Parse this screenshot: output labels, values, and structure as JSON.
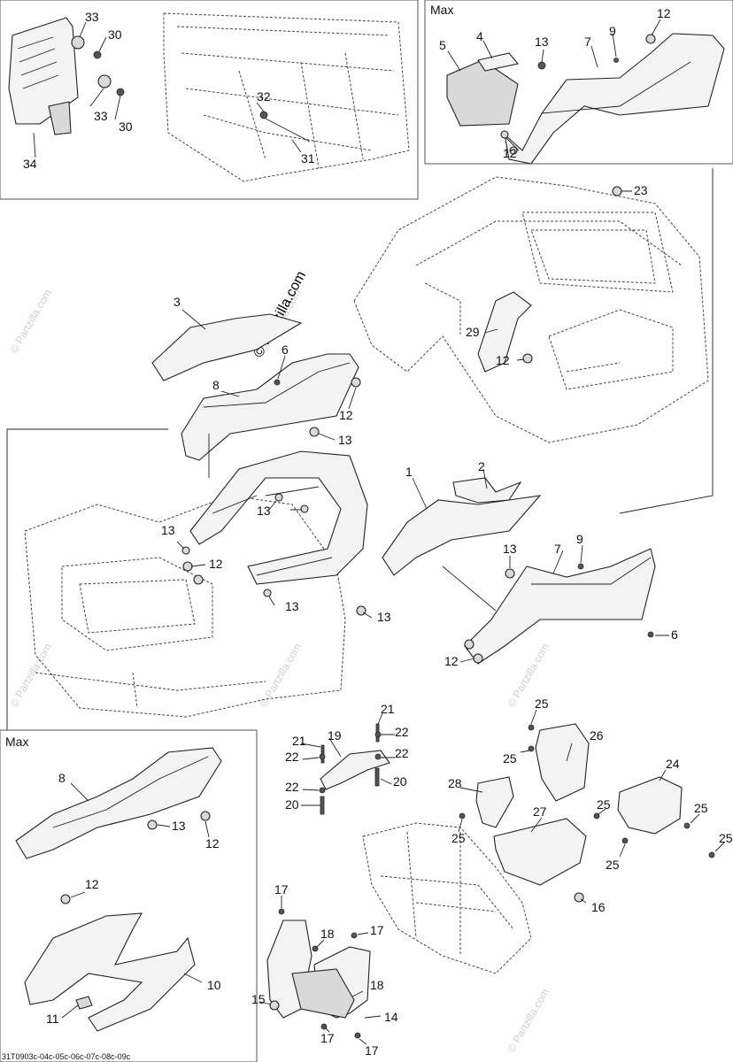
{
  "panels": [
    {
      "title": ""
    },
    {
      "title": "Max"
    },
    {
      "title": "Max"
    }
  ],
  "callouts": [
    "33",
    "30",
    "32",
    "31",
    "33",
    "30",
    "34",
    "5",
    "4",
    "13",
    "7",
    "9",
    "12",
    "12",
    "23",
    "29",
    "12",
    "3",
    "6",
    "8",
    "12",
    "13",
    "13",
    "13",
    "12",
    "13",
    "13",
    "1",
    "2",
    "13",
    "7",
    "9",
    "6",
    "12",
    "8",
    "13",
    "12",
    "12",
    "10",
    "11",
    "21",
    "22",
    "19",
    "22",
    "21",
    "22",
    "22",
    "20",
    "20",
    "25",
    "25",
    "26",
    "28",
    "27",
    "24",
    "25",
    "25",
    "25",
    "25",
    "25",
    "16",
    "17",
    "18",
    "17",
    "18",
    "15",
    "14",
    "17",
    "17"
  ],
  "watermarks": {
    "main": "© Partzilla.com",
    "faint": [
      "© Partzilla.com",
      "© Partzilla.com",
      "© Partzilla.com",
      "© Partzilla.com",
      "© Partzilla.com",
      "© Partzilla.com"
    ]
  },
  "reference_code": "31T0903c-04c-05c-06c-07c-08c-09c"
}
